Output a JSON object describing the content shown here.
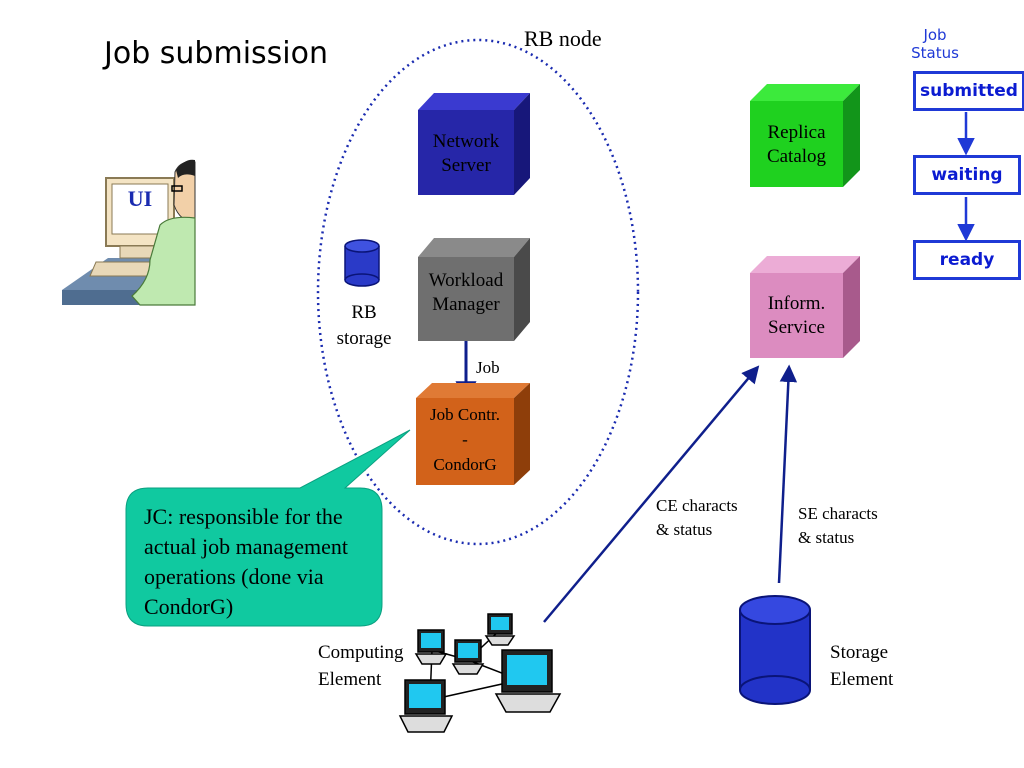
{
  "title": "Job submission",
  "ui_label": "UI",
  "rb_node_label": "RB node",
  "rb_storage": [
    "RB",
    "storage"
  ],
  "network_server": [
    "Network",
    "Server"
  ],
  "workload_manager": [
    "Workload",
    "Manager"
  ],
  "job_arrow_label": "Job",
  "job_controller": [
    "Job Contr.",
    "-",
    "CondorG"
  ],
  "replica_catalog": [
    "Replica",
    "Catalog"
  ],
  "inform_service": [
    "Inform.",
    "Service"
  ],
  "callout": [
    "JC: responsible for the",
    "actual job management",
    "operations (done via",
    "CondorG)"
  ],
  "ce_characts": [
    "CE characts",
    "& status"
  ],
  "se_characts": [
    "SE characts",
    "& status"
  ],
  "computing_element": [
    "Computing",
    "Element"
  ],
  "storage_element": [
    "Storage",
    "Element"
  ],
  "job_status": {
    "header": [
      "Job",
      "Status"
    ],
    "states": [
      "submitted",
      "waiting",
      "ready"
    ]
  },
  "colors": {
    "network_server": "#2626a8",
    "workload_manager": "#6f6f6f",
    "job_controller": "#d2621a",
    "replica_catalog": "#1fd11f",
    "inform_service": "#dc8cc0",
    "callout": "#10c9a0",
    "arrow": "#0f1f8c",
    "status_border": "#1f39d6"
  }
}
